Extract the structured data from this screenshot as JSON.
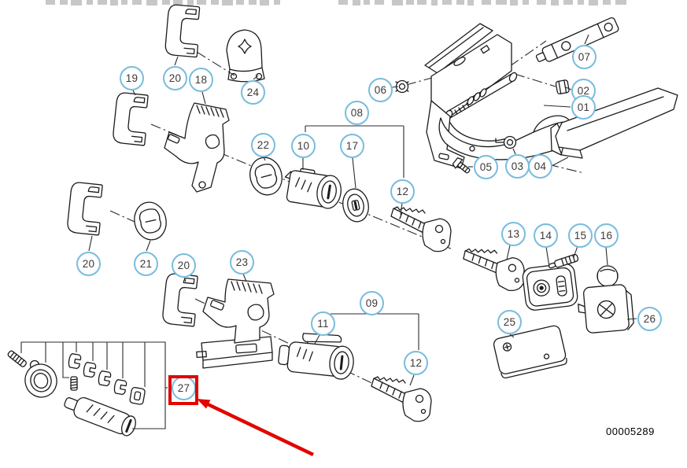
{
  "diagram": {
    "doc_number": "00005289",
    "highlighted_label": "27",
    "callouts": [
      {
        "label": "19"
      },
      {
        "label": "20"
      },
      {
        "label": "18"
      },
      {
        "label": "24"
      },
      {
        "label": "06"
      },
      {
        "label": "07"
      },
      {
        "label": "02"
      },
      {
        "label": "01"
      },
      {
        "label": "08"
      },
      {
        "label": "22"
      },
      {
        "label": "10"
      },
      {
        "label": "17"
      },
      {
        "label": "05"
      },
      {
        "label": "03"
      },
      {
        "label": "04"
      },
      {
        "label": "12"
      },
      {
        "label": "20"
      },
      {
        "label": "21"
      },
      {
        "label": "20"
      },
      {
        "label": "23"
      },
      {
        "label": "13"
      },
      {
        "label": "14"
      },
      {
        "label": "15"
      },
      {
        "label": "16"
      },
      {
        "label": "09"
      },
      {
        "label": "11"
      },
      {
        "label": "12"
      },
      {
        "label": "25"
      },
      {
        "label": "26"
      },
      {
        "label": "27"
      }
    ],
    "colors": {
      "callout_border": "#79bcdf",
      "callout_text": "#3a3a3a",
      "line_art": "#1b1b1b",
      "highlight_red": "#e10600",
      "watermark_gray": "#c7c7c7"
    }
  }
}
